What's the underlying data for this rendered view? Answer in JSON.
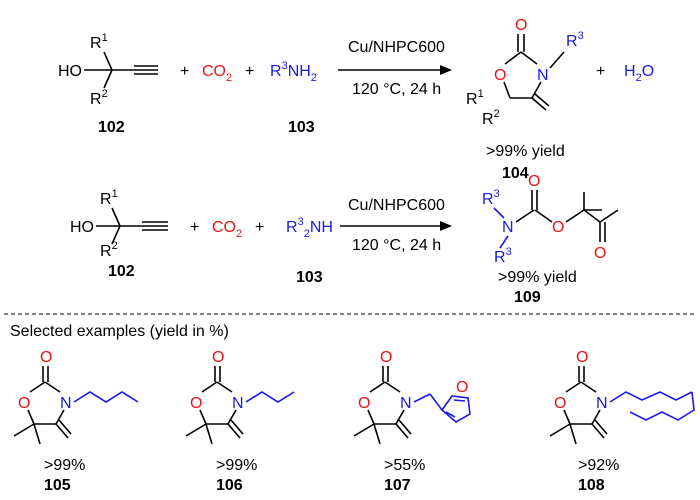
{
  "reaction1": {
    "substrate_number": "102",
    "plus1": "+",
    "co2": "CO",
    "co2_sub": "2",
    "plus2": "+",
    "amine_R": "R",
    "amine_sup": "3",
    "amine_NH": "NH",
    "amine_sub": "2",
    "amine_number": "103",
    "catalyst": "Cu/NHPC600",
    "conditions": "120 °C, 24 h",
    "plus3": "+",
    "water": "H",
    "water_sub": "2",
    "water_O": "O",
    "yield": ">99% yield",
    "product_number": "104"
  },
  "reaction2": {
    "substrate_number": "102",
    "plus1": "+",
    "co2": "CO",
    "co2_sub": "2",
    "plus2": "+",
    "amine_R": "R",
    "amine_sup": "3",
    "amine_sub": "2",
    "amine_NH": "NH",
    "amine_number": "103",
    "catalyst": "Cu/NHPC600",
    "conditions": "120 °C, 24 h",
    "yield": ">99% yield",
    "product_number": "109"
  },
  "examples_heading": "Selected examples (yield in %)",
  "examples": [
    {
      "yield": ">99%",
      "number": "105"
    },
    {
      "yield": ">99%",
      "number": "106"
    },
    {
      "yield": ">55%",
      "number": "107"
    },
    {
      "yield": ">92%",
      "number": "108"
    }
  ],
  "atoms": {
    "O": "O",
    "N": "N",
    "HO": "HO",
    "R": "R",
    "sup1": "1",
    "sup2": "2",
    "sup3": "3"
  },
  "colors": {
    "oxygen_red": "#e8141b",
    "nitrogen_blue": "#1a1ae6"
  }
}
